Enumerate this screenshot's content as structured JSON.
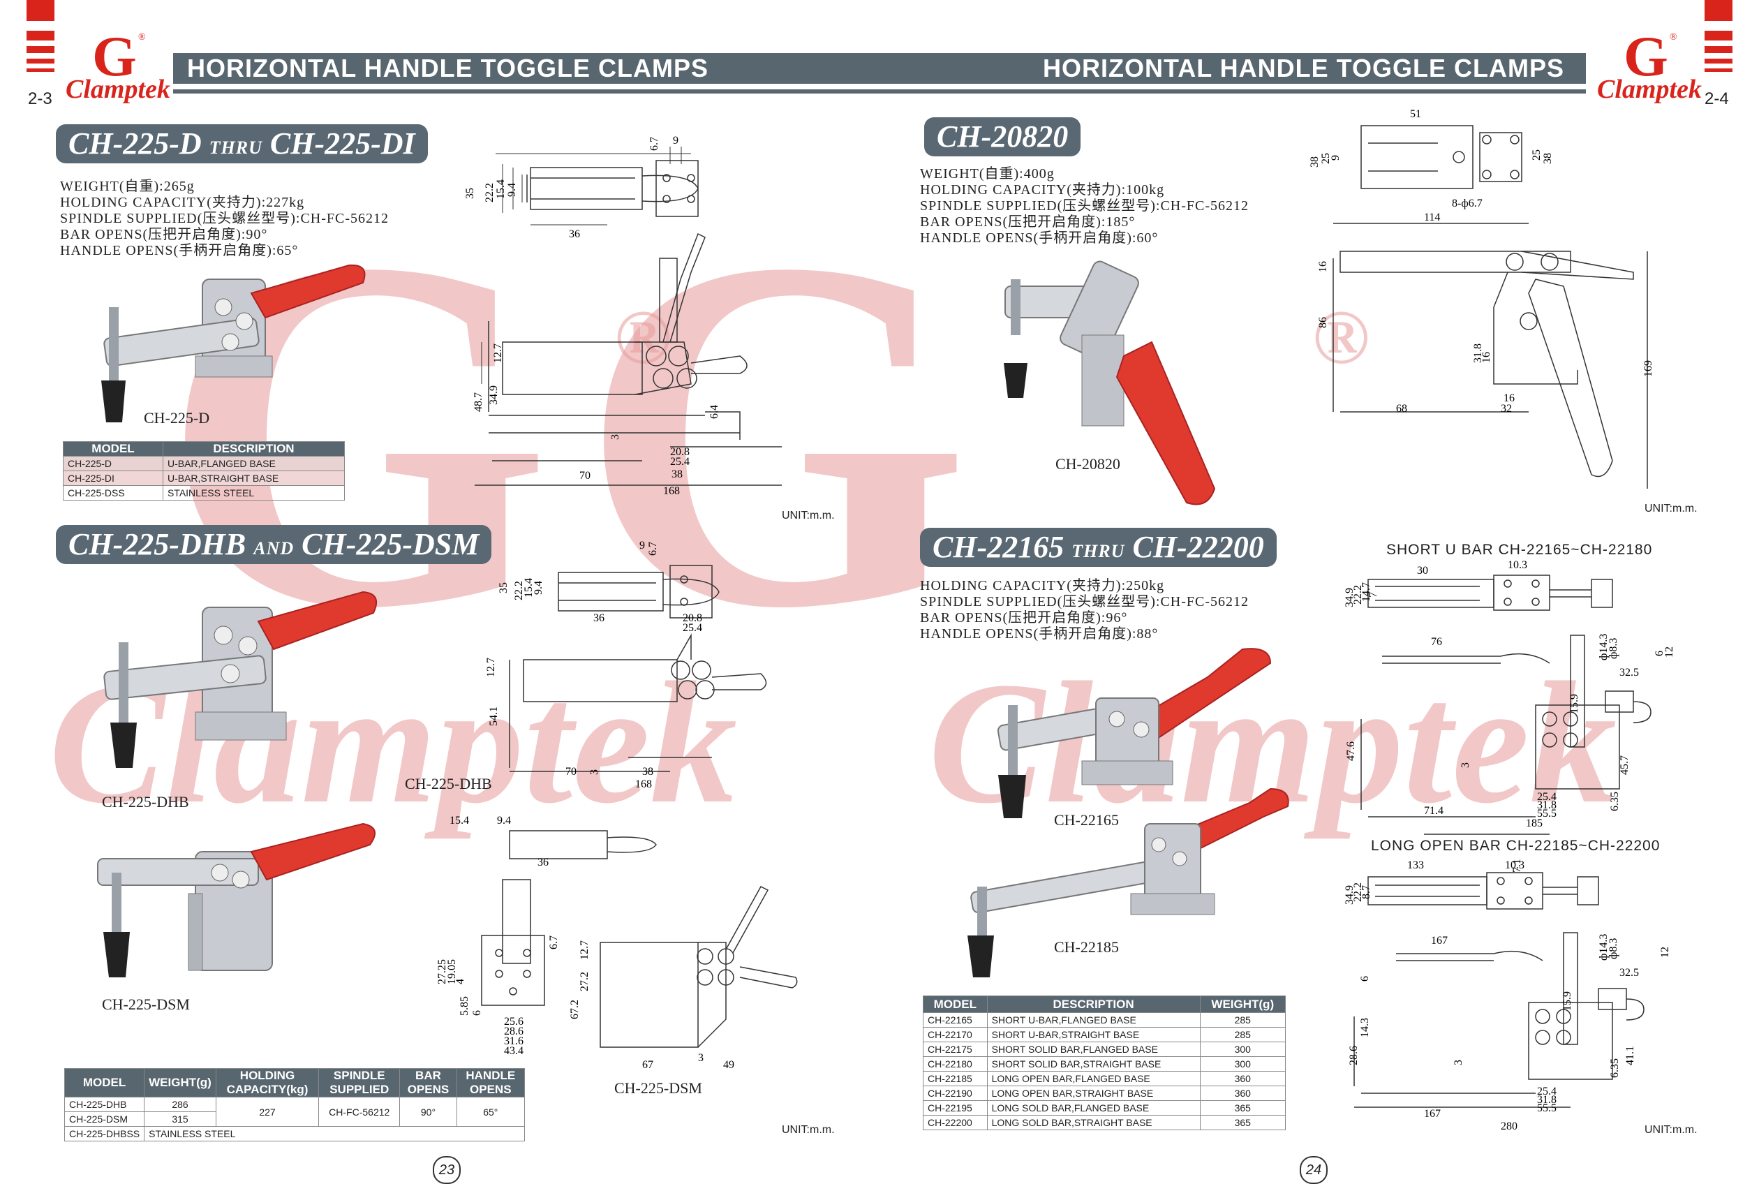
{
  "brand": {
    "logo_letter": "G",
    "logo_text": "Clamptek",
    "registered": "®"
  },
  "left_page": {
    "page_code": "2-3",
    "header": "HORIZONTAL HANDLE TOGGLE CLAMPS",
    "page_number": "23",
    "section1": {
      "title_a": "CH-225-D",
      "title_join": "THRU",
      "title_b": "CH-225-DI",
      "specs": [
        "WEIGHT(自重):265g",
        "HOLDING CAPACITY(夹持力):227kg",
        "SPINDLE SUPPLIED(压头螺丝型号):CH-FC-56212",
        "BAR OPENS(压把开启角度):90°",
        "HANDLE OPENS(手柄开启角度):65°"
      ],
      "photo_caption": "CH-225-D",
      "table": {
        "headers": [
          "MODEL",
          "DESCRIPTION"
        ],
        "rows": [
          [
            "CH-225-D",
            "U-BAR,FLANGED BASE"
          ],
          [
            "CH-225-DI",
            "U-BAR,STRAIGHT BASE"
          ],
          [
            "CH-225-DSS",
            "STAINLESS STEEL"
          ]
        ]
      },
      "unit": "UNIT:m.m.",
      "dims": {
        "top_9": "9",
        "top_67": "6.7",
        "h35": "35",
        "h222": "22.2",
        "h154": "15.4",
        "h94": "9.4",
        "w36": "36",
        "v127": "12.7",
        "v487": "48.7",
        "v349": "34.9",
        "v3": "3",
        "v64": "6.4",
        "w208": "20.8",
        "w254": "25.4",
        "w70": "70",
        "w38": "38",
        "w168": "168"
      }
    },
    "section2": {
      "title_a": "CH-225-DHB",
      "title_join": "AND",
      "title_b": "CH-225-DSM",
      "photo_caption_1": "CH-225-DHB",
      "photo_caption_2": "CH-225-DSM",
      "drawing_caption_1": "CH-225-DHB",
      "drawing_caption_2": "CH-225-DSM",
      "unit": "UNIT:m.m.",
      "table": {
        "headers": [
          "MODEL",
          "WEIGHT(g)",
          "HOLDING CAPACITY(kg)",
          "SPINDLE SUPPLIED",
          "BAR OPENS",
          "HANDLE OPENS"
        ],
        "rows": [
          [
            "CH-225-DHB",
            "286"
          ],
          [
            "CH-225-DSM",
            "315"
          ]
        ],
        "shared": {
          "capacity": "227",
          "spindle": "CH-FC-56212",
          "bar": "90°",
          "handle": "65°"
        },
        "last_row": [
          "CH-225-DHBSS",
          "STAINLESS STEEL"
        ]
      },
      "dims": {
        "top_9": "9",
        "top_67": "6.7",
        "h35": "35",
        "h222": "22.2",
        "h154": "15.4",
        "h94": "9.4",
        "w36": "36",
        "w208": "20.8",
        "w254": "25.4",
        "v127": "12.7",
        "v541": "54.1",
        "w70": "70",
        "v3": "3",
        "w38": "38",
        "w168": "168",
        "s154": "15.4",
        "s94": "9.4",
        "s36": "36",
        "f67": "6.7",
        "f2725": "27.25",
        "f1905": "19.05",
        "f4": "4",
        "f585": "5.85",
        "f6": "6",
        "f256": "25.6",
        "f286": "28.6",
        "f316": "31.6",
        "f434": "43.4",
        "m127": "12.7",
        "m272": "27.2",
        "m672": "67.2",
        "m67": "67",
        "m3": "3",
        "m49": "49"
      }
    }
  },
  "right_page": {
    "page_code": "2-4",
    "header": "HORIZONTAL HANDLE TOGGLE CLAMPS",
    "page_number": "24",
    "section1": {
      "title": "CH-20820",
      "specs": [
        "WEIGHT(自重):400g",
        "HOLDING CAPACITY(夹持力):100kg",
        "SPINDLE SUPPLIED(压头螺丝型号):CH-FC-56212",
        "BAR OPENS(压把开启角度):185°",
        "HANDLE OPENS(手柄开启角度):60°"
      ],
      "photo_caption": "CH-20820",
      "unit": "UNIT:m.m.",
      "dims": {
        "w51": "51",
        "h38": "38",
        "h25": "25",
        "h9": "9",
        "r25": "25",
        "r38": "38",
        "holes": "8-ф6.7",
        "w114": "114",
        "v16": "16",
        "v86": "86",
        "v318": "31.8",
        "v16b": "16",
        "w16": "16",
        "w32": "32",
        "w68": "68",
        "v169": "169"
      }
    },
    "section2": {
      "title_a": "CH-22165",
      "title_join": "THRU",
      "title_b": "CH-22200",
      "specs": [
        "HOLDING CAPACITY(夹持力):250kg",
        "SPINDLE SUPPLIED(压头螺丝型号):CH-FC-56212",
        "BAR OPENS(压把开启角度):96°",
        "HANDLE OPENS(手柄开启角度):88°"
      ],
      "photo_caption_1": "CH-22165",
      "photo_caption_2": "CH-22185",
      "subhead_short": "SHORT U BAR CH-22165~CH-22180",
      "subhead_long": "LONG OPEN BAR CH-22185~CH-22200",
      "unit": "UNIT:m.m.",
      "table": {
        "headers": [
          "MODEL",
          "DESCRIPTION",
          "WEIGHT(g)"
        ],
        "rows": [
          [
            "CH-22165",
            "SHORT U-BAR,FLANGED BASE",
            "285"
          ],
          [
            "CH-22170",
            "SHORT U-BAR,STRAIGHT BASE",
            "285"
          ],
          [
            "CH-22175",
            "SHORT SOLID BAR,FLANGED BASE",
            "300"
          ],
          [
            "CH-22180",
            "SHORT SOLID BAR,STRAIGHT BASE",
            "300"
          ],
          [
            "CH-22185",
            "LONG OPEN BAR,FLANGED BASE",
            "360"
          ],
          [
            "CH-22190",
            "LONG OPEN BAR,STRAIGHT BASE",
            "360"
          ],
          [
            "CH-22195",
            "LONG SOLD BAR,FLANGED BASE",
            "365"
          ],
          [
            "CH-22200",
            "LONG SOLD BAR,STRAIGHT BASE",
            "365"
          ]
        ]
      },
      "dims": {
        "a349": "34.9",
        "a222": "22.2",
        "a147": "14.7",
        "a7": "7",
        "a30": "30",
        "a103": "10.3",
        "a76": "76",
        "a143": "ф14.3",
        "a83": "ф8.3",
        "a6": "6",
        "a12": "12",
        "a325": "32.5",
        "a159": "15.9",
        "a476": "47.6",
        "a3": "3",
        "a457": "45.7",
        "a635": "6.35",
        "a714": "71.4",
        "a254": "25.4",
        "a318": "31.8",
        "a555": "55.5",
        "a185": "185",
        "b133": "133",
        "b103": "10.3",
        "b71": "7.1",
        "b349": "34.9",
        "b222": "22.2",
        "b87": "8.7",
        "b167": "167",
        "b143": "ф14.3",
        "b83": "ф8.3",
        "b6": "6",
        "b12": "12",
        "b325": "32.5",
        "b159": "15.9",
        "b143v": "14.3",
        "b286": "28.6",
        "b3": "3",
        "b635": "6.35",
        "b411": "41.1",
        "b254": "25.4",
        "b318": "31.8",
        "b555": "55.5",
        "b167b": "167",
        "b280": "280"
      }
    }
  },
  "colors": {
    "brand_red": "#d9241c",
    "header_gray": "#58666f",
    "handle_red": "#e03a2e",
    "steel": "#c8ccd2"
  },
  "icons": [
    "clamptek-logo",
    "registered-mark"
  ]
}
